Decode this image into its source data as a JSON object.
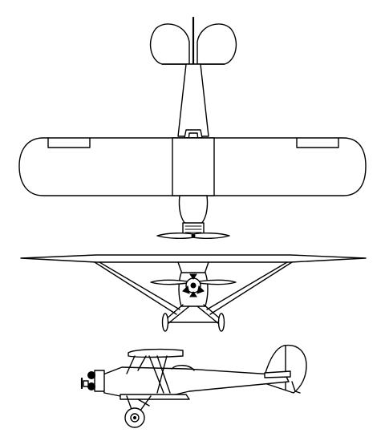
{
  "views": [
    {
      "id": "top"
    },
    {
      "id": "front"
    },
    {
      "id": "side"
    }
  ],
  "colors": {
    "line": "#000000",
    "background": "#ffffff"
  }
}
